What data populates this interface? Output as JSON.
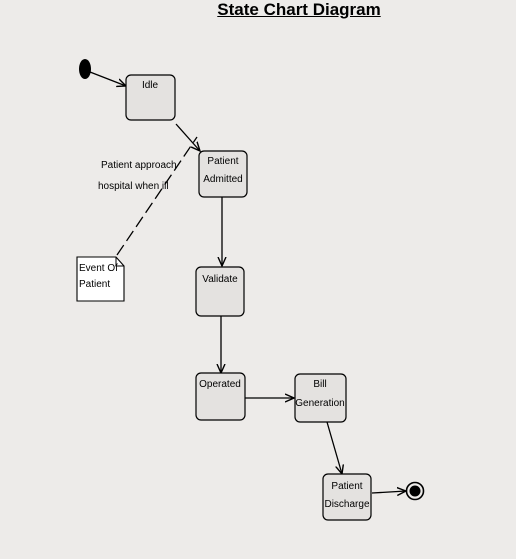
{
  "title": "State Chart Diagram",
  "states": {
    "idle": [
      "Idle"
    ],
    "admitted": [
      "Patient",
      "Admitted"
    ],
    "validate": [
      "Validate"
    ],
    "operated": [
      "Operated"
    ],
    "bill": [
      "Bill",
      "Generation"
    ],
    "discharge": [
      "Patient",
      "Discharge"
    ]
  },
  "note": {
    "lines": [
      "Event Of",
      "Patient"
    ]
  },
  "annotation": [
    "Patient approach",
    "hospital when ill"
  ],
  "colors": {
    "background": "#edebe9",
    "state_fill": "#e4e2e0",
    "stroke": "#000000"
  }
}
